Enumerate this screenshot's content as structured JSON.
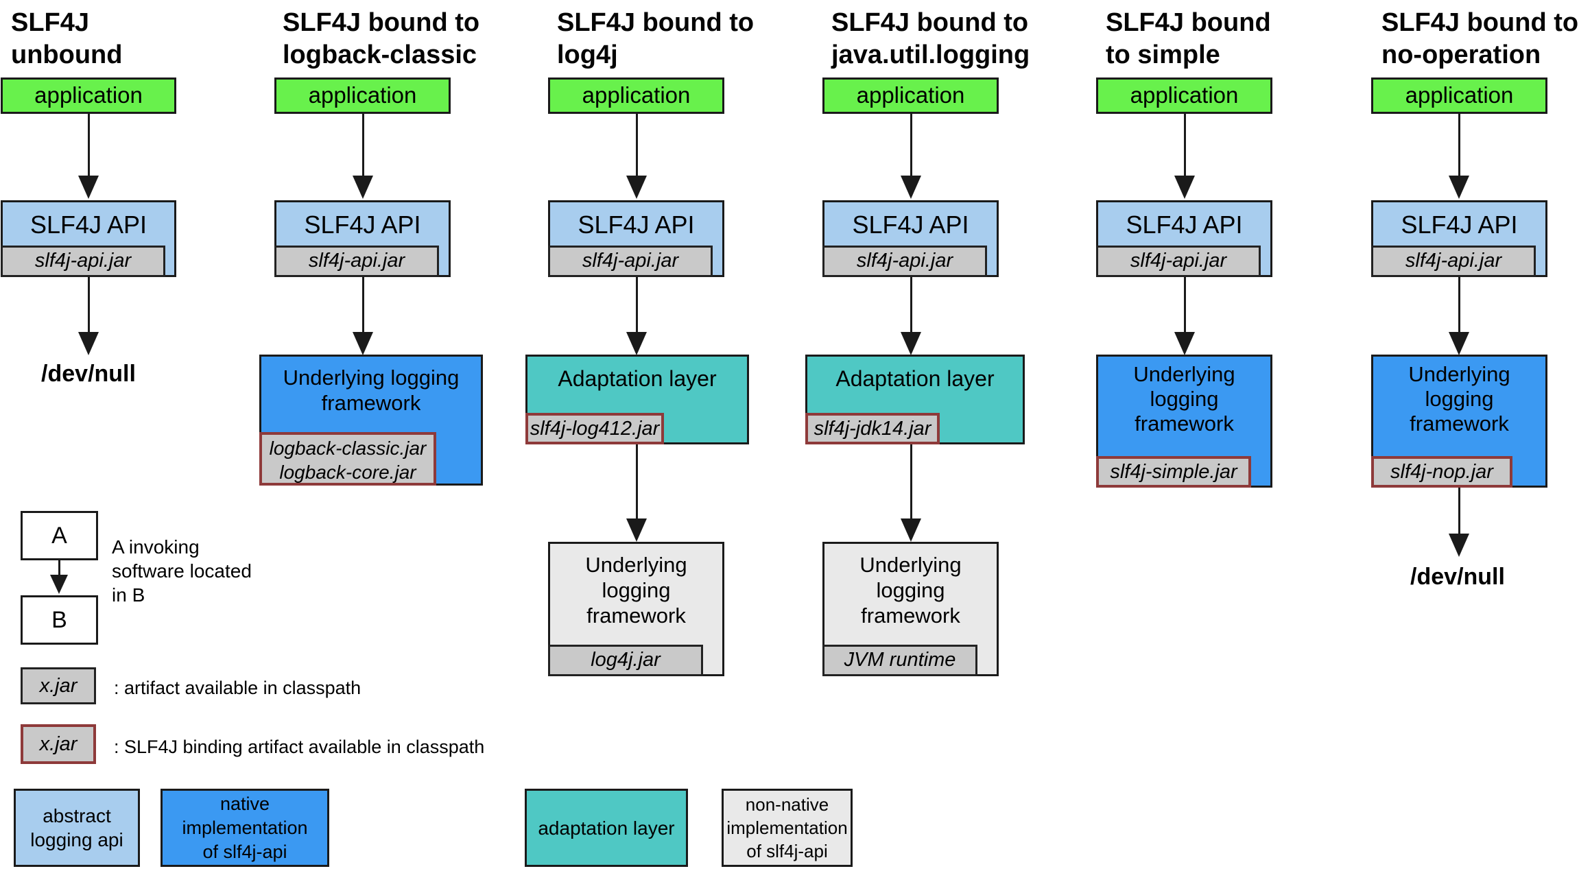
{
  "colors": {
    "application_green": "#68f14c",
    "abstract_api_blue": "#a8cdee",
    "native_impl_blue": "#3b99f2",
    "adaptation_teal": "#4fc8c4",
    "non_native_gray": "#e9e9e9",
    "jar_fill_gray": "#c9c9c9",
    "binding_border_red": "#8e3a3a"
  },
  "columns": [
    {
      "title": "SLF4J\nunbound",
      "application": "application",
      "api_label": "SLF4J API",
      "api_jar": "slf4j-api.jar",
      "terminal": "/dev/null"
    },
    {
      "title": "SLF4J bound to\nlogback-classic",
      "application": "application",
      "api_label": "SLF4J API",
      "api_jar": "slf4j-api.jar",
      "impl_label": "Underlying logging\nframework",
      "impl_jar": "logback-classic.jar\nlogback-core.jar"
    },
    {
      "title": "SLF4J bound to\nlog4j",
      "application": "application",
      "api_label": "SLF4J API",
      "api_jar": "slf4j-api.jar",
      "impl_label": "Adaptation layer",
      "impl_jar": "slf4j-log412.jar",
      "underlying_label": "Underlying\nlogging\nframework",
      "underlying_jar": "log4j.jar"
    },
    {
      "title": "SLF4J bound to\njava.util.logging",
      "application": "application",
      "api_label": "SLF4J API",
      "api_jar": "slf4j-api.jar",
      "impl_label": "Adaptation layer",
      "impl_jar": "slf4j-jdk14.jar",
      "underlying_label": "Underlying\nlogging\nframework",
      "underlying_jar": "JVM runtime"
    },
    {
      "title": "SLF4J bound\nto simple",
      "application": "application",
      "api_label": "SLF4J API",
      "api_jar": "slf4j-api.jar",
      "impl_label": "Underlying\nlogging\nframework",
      "impl_jar": "slf4j-simple.jar"
    },
    {
      "title": "SLF4J bound to\nno-operation",
      "application": "application",
      "api_label": "SLF4J API",
      "api_jar": "slf4j-api.jar",
      "impl_label": "Underlying\nlogging\nframework",
      "impl_jar": "slf4j-nop.jar",
      "terminal": "/dev/null"
    }
  ],
  "legend": {
    "a_label": "A",
    "b_label": "B",
    "ab_caption": "A invoking\nsoftware located\nin B",
    "jar_sample": "x.jar",
    "artifact_caption": ": artifact available in classpath",
    "binding_caption": ": SLF4J binding artifact available in classpath",
    "swatches": [
      {
        "label": "abstract\nlogging api",
        "color": "#a8cdee"
      },
      {
        "label": "native implementation\nof slf4j-api",
        "color": "#3b99f2"
      },
      {
        "label": "adaptation layer",
        "color": "#4fc8c4"
      },
      {
        "label": "non-native\nimplementation\nof slf4j-api",
        "color": "#e9e9e9"
      }
    ]
  }
}
